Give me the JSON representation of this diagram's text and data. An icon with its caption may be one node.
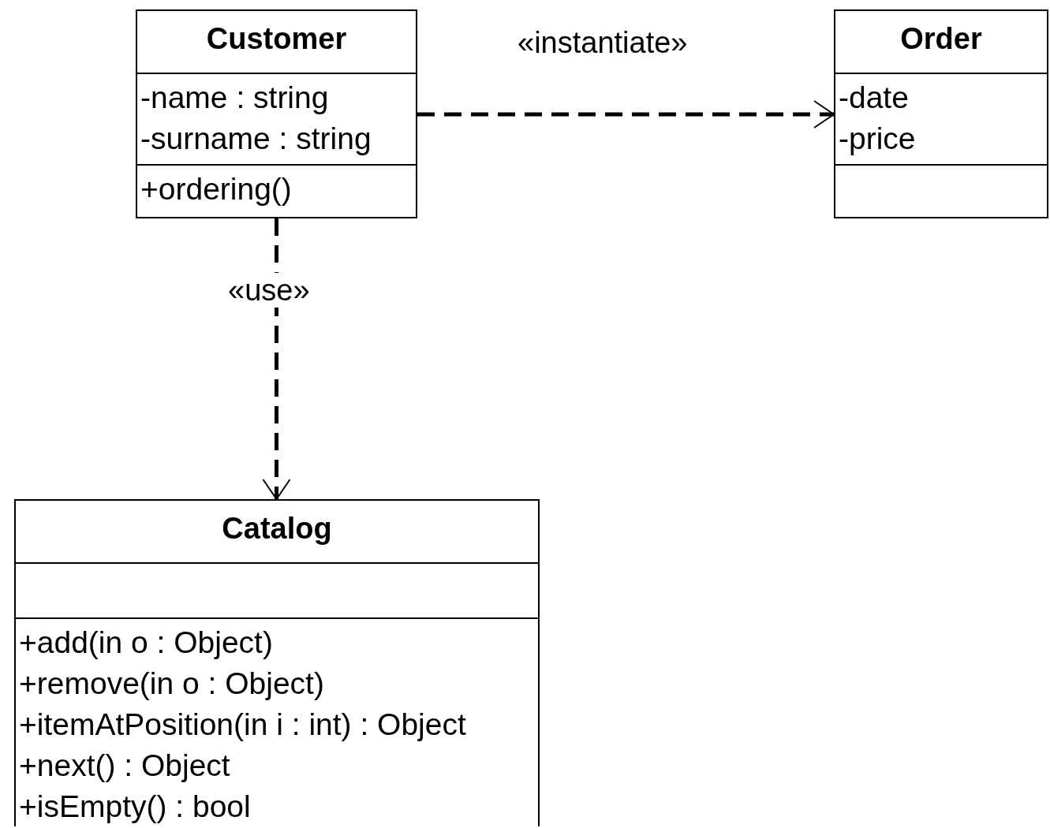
{
  "diagram": {
    "nodes": [
      {
        "text": [
          "Customer"
        ]
      },
      {
        "text": [
          "-name : string",
          "-surname : string"
        ],
        "in": 0
      },
      {
        "text": [
          "+ordering()"
        ],
        "in": 0
      },
      {
        "text": [
          "Order"
        ]
      },
      {
        "text": [
          "-date",
          "-price"
        ],
        "in": 3
      },
      {
        "text": [],
        "shape": "box",
        "in": 3
      },
      {
        "text": [
          "Catalog"
        ]
      },
      {
        "text": [],
        "shape": "box",
        "in": 6
      },
      {
        "text": [
          "+add(in o : Object)",
          "+remove(in o : Object)",
          "+itemAtPosition(in i : int) : Object",
          "+next() : Object",
          "+isEmpty() : bool"
        ],
        "in": 6
      }
    ],
    "edges": [
      {
        "from": 0,
        "to": 3,
        "arrow": "to",
        "label": "«instantiate»",
        "style": "dashed"
      },
      {
        "from": 0,
        "to": 6,
        "arrow": "to",
        "label": "«use»",
        "style": "dashed"
      }
    ]
  }
}
